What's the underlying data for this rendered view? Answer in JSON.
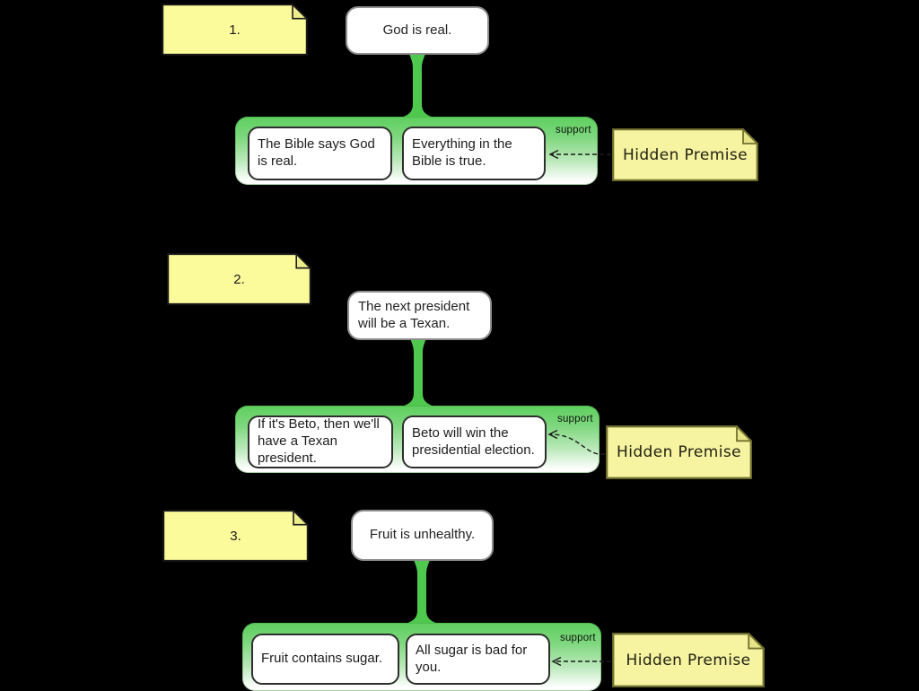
{
  "canvas": {
    "background": "#000000"
  },
  "colors": {
    "support_green": "#4ec94e",
    "group_gradient_top": "#5ecf5e",
    "group_gradient_bottom": "#ffffff",
    "numbered_note_fill": "#fbfb9b",
    "hidden_note_fill": "#f6f3a1",
    "hidden_note_border": "#73732f",
    "box_fill": "#ffffff",
    "premise_border": "#2e2e2e",
    "claim_border": "#8f8f8f"
  },
  "arguments": [
    {
      "number": "1.",
      "claim": "God is real.",
      "premises": [
        "The Bible says God is real.",
        "Everything in the Bible is true."
      ],
      "support_label": "support",
      "hidden_note": "Hidden Premise"
    },
    {
      "number": "2.",
      "claim": "The next president will be a Texan.",
      "premises": [
        "If it's Beto, then we'll have a Texan president.",
        "Beto will win the presidential election."
      ],
      "support_label": "support",
      "hidden_note": "Hidden Premise"
    },
    {
      "number": "3.",
      "claim": "Fruit is unhealthy.",
      "premises": [
        "Fruit contains sugar.",
        "All sugar is bad for you."
      ],
      "support_label": "support",
      "hidden_note": "Hidden Premise"
    }
  ]
}
